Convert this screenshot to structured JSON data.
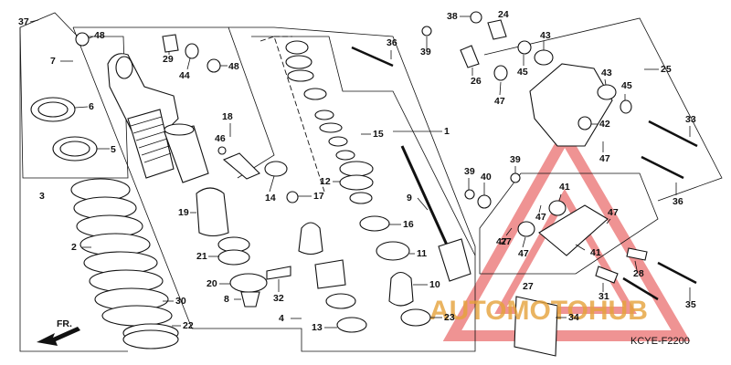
{
  "diagram": {
    "code": "KCYE-F2200",
    "direction": "FR.",
    "watermark": "AUTOMOTOHUB",
    "colors": {
      "watermark": "#e23b3b",
      "watermark_text": "#e6a23a",
      "ink": "#111111"
    },
    "labels": [
      "37",
      "48",
      "7",
      "29",
      "44",
      "48",
      "6",
      "5",
      "3",
      "18",
      "46",
      "14",
      "19",
      "2",
      "21",
      "20",
      "8",
      "32",
      "30",
      "22",
      "15",
      "12",
      "17",
      "16",
      "11",
      "10",
      "13",
      "4",
      "23",
      "1",
      "9",
      "36",
      "39",
      "38",
      "24",
      "26",
      "43",
      "45",
      "25",
      "47",
      "43",
      "45",
      "33",
      "42",
      "47",
      "39",
      "40",
      "39",
      "36",
      "41",
      "47",
      "47",
      "47",
      "41",
      "47",
      "27",
      "28",
      "27",
      "31",
      "34",
      "35"
    ]
  }
}
